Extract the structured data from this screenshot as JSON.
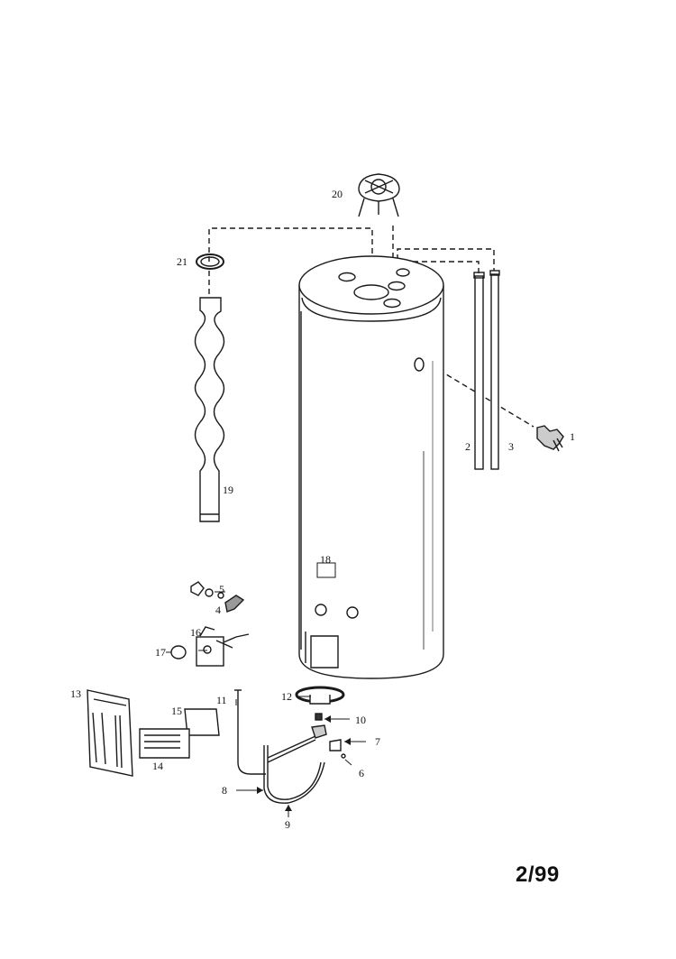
{
  "document": {
    "page_ref": "2/99"
  },
  "callouts": [
    {
      "id": "1",
      "text": "1"
    },
    {
      "id": "2",
      "text": "2"
    },
    {
      "id": "3",
      "text": "3"
    },
    {
      "id": "4",
      "text": "4"
    },
    {
      "id": "5",
      "text": "5"
    },
    {
      "id": "6",
      "text": "6"
    },
    {
      "id": "7",
      "text": "7"
    },
    {
      "id": "8",
      "text": "8"
    },
    {
      "id": "9",
      "text": "9"
    },
    {
      "id": "10",
      "text": "10"
    },
    {
      "id": "11",
      "text": "11"
    },
    {
      "id": "12",
      "text": "12"
    },
    {
      "id": "13",
      "text": "13"
    },
    {
      "id": "14",
      "text": "14"
    },
    {
      "id": "15",
      "text": "15"
    },
    {
      "id": "16",
      "text": "16"
    },
    {
      "id": "17",
      "text": "17"
    },
    {
      "id": "18",
      "text": "18"
    },
    {
      "id": "19",
      "text": "19"
    },
    {
      "id": "20",
      "text": "20"
    },
    {
      "id": "21",
      "text": "21"
    }
  ]
}
